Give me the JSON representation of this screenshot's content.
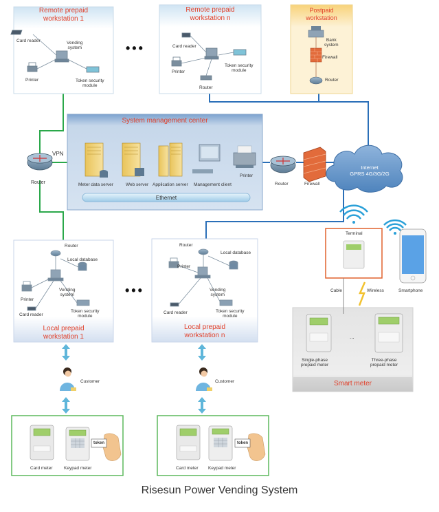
{
  "remote1": {
    "title_line1": "Remote prepaid",
    "title_line2": "workstation 1",
    "card_reader": "Card reader",
    "vending_system": "Vending\nsystem",
    "printer": "Printer",
    "token_security_module": "Token security\nmodule"
  },
  "remoteN": {
    "title_line1": "Remote prepaid",
    "title_line2": "workstation n",
    "card_reader": "Card reader",
    "printer": "Printer",
    "token_security_module": "Token security\nmodule",
    "router": "Router"
  },
  "postpaid": {
    "title_line1": "Postpaid",
    "title_line2": "workstation",
    "bank_system": "Bank\nsystem",
    "firewall": "Firewall",
    "router": "Router"
  },
  "smc": {
    "title": "System management center",
    "meter_data_server": "Meter data server",
    "web_server": "Web server",
    "application_server": "Application server",
    "management_client": "Management client",
    "printer": "Printer",
    "ethernet": "Ethernet"
  },
  "network": {
    "vpn": "VPN",
    "left_router": "Router",
    "router": "Router",
    "firewall": "Firewall",
    "internet_line1": "Internet",
    "internet_line2": "GPRS  4G/3G/2G"
  },
  "local1": {
    "title_line1": "Local prepaid",
    "title_line2": "workstation 1",
    "router": "Router",
    "local_database": "Local database",
    "printer": "Printer",
    "vending_system": "Vending\nsystem",
    "card_reader": "Card reader",
    "token_security_module": "Token security\nmodule"
  },
  "localN": {
    "title_line1": "Local prepaid",
    "title_line2": "workstation n",
    "router": "Router",
    "local_database": "Local database",
    "printer": "Printer",
    "vending_system": "Vending\nsystem",
    "card_reader": "Card reader",
    "token_security_module": "Token security\nmodule"
  },
  "smart": {
    "terminal": "Terminal",
    "cable": "Cable",
    "wireless": "Wireless",
    "smartphone": "Smartphone",
    "single_phase": "Single-phase\nprepaid meter",
    "three_phase": "Three-phase\nprepaid meter",
    "ellipsis": "...",
    "title": "Smart meter"
  },
  "customers": {
    "customer_left": "Customer",
    "customer_right": "Customer"
  },
  "meters_left": {
    "card_meter": "Card meter",
    "keypad_meter": "Keypad meter",
    "token": "token"
  },
  "meters_right": {
    "card_meter": "Card meter",
    "keypad_meter": "Keypad meter",
    "token": "token"
  },
  "ellipses": {
    "top": "•••",
    "middle": "•••"
  },
  "footer": "Risesun Power Vending System",
  "colors": {
    "green_link": "#2aa84a",
    "blue_link": "#2a6fb8",
    "title_red": "#e1402a",
    "panel_blue": "#dbe9f4",
    "smc_bg": "#bfd0e6",
    "postpaid_bg": "#fbe3a6",
    "meter_border": "#5cb85c"
  }
}
